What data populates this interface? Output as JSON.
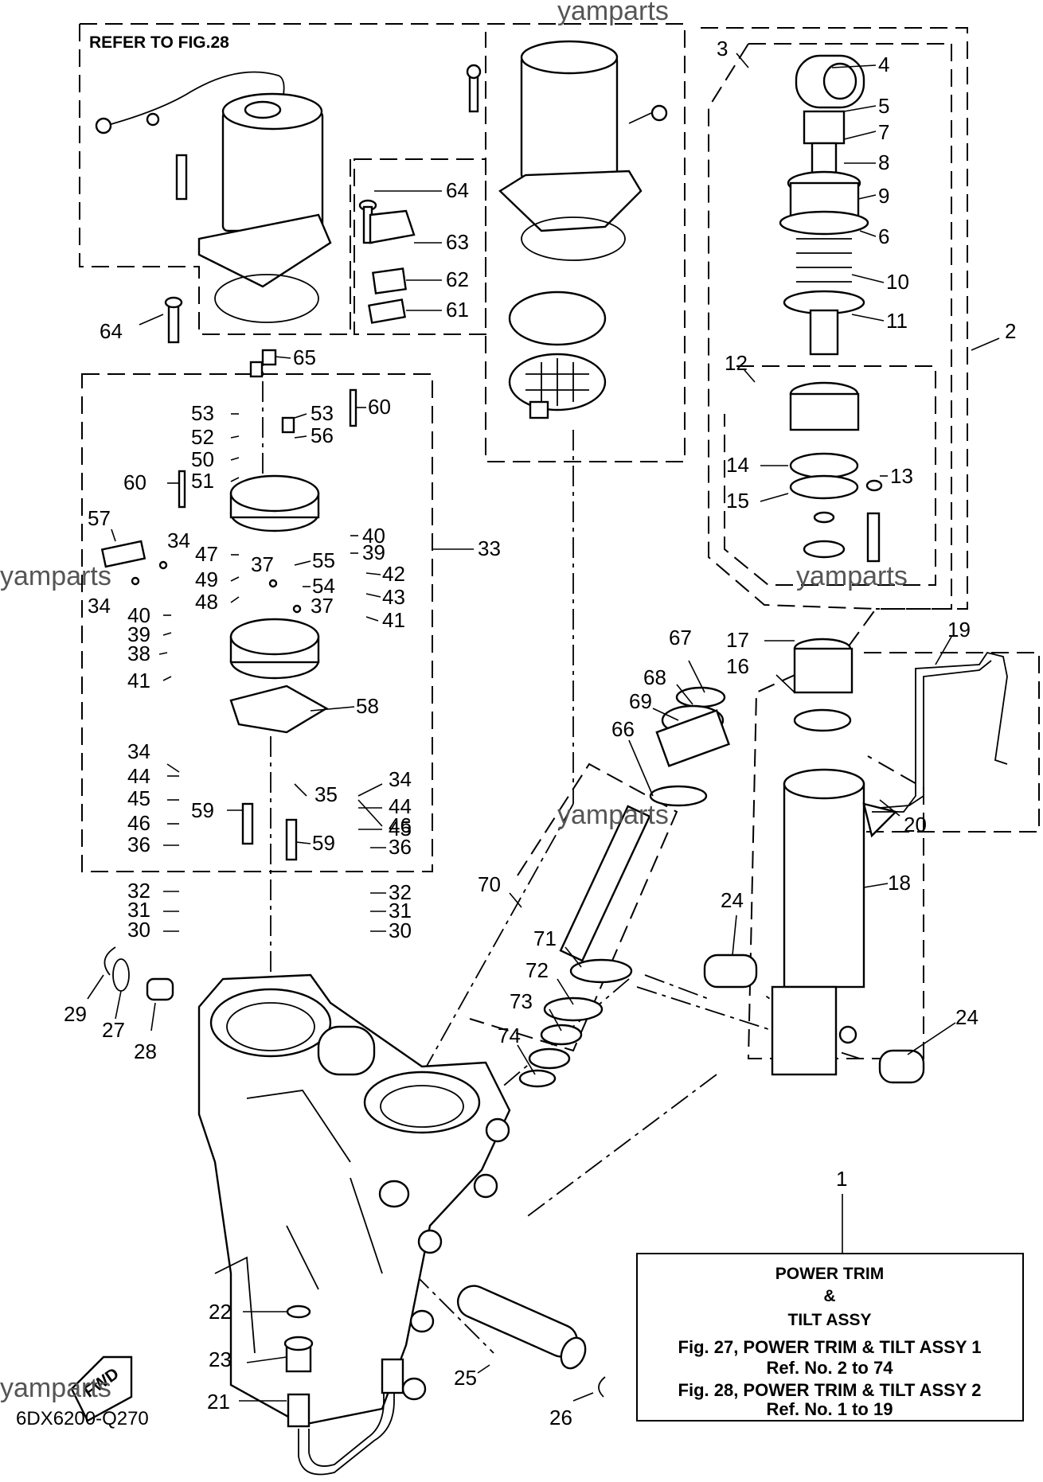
{
  "diagram_code": "6DX6200-Q270",
  "refer_note": "REFER TO FIG.28",
  "watermark": "yamparts",
  "fwd_label": "FWD",
  "legend": {
    "ref_number": "1",
    "title_line1": "POWER TRIM",
    "title_line2": "&",
    "title_line3": "TILT ASSY",
    "fig27": "Fig. 27, POWER TRIM & TILT ASSY 1",
    "fig27_ref": "Ref. No. 2 to 74",
    "fig28": "Fig. 28, POWER TRIM & TILT ASSY 2",
    "fig28_ref": "Ref. No. 1 to 19"
  },
  "callouts": [
    "2",
    "3",
    "4",
    "5",
    "7",
    "8",
    "9",
    "6",
    "10",
    "11",
    "12",
    "13",
    "14",
    "15",
    "16",
    "17",
    "18",
    "19",
    "20",
    "21",
    "22",
    "23",
    "24",
    "24",
    "25",
    "26",
    "27",
    "28",
    "29",
    "30",
    "30",
    "31",
    "31",
    "32",
    "32",
    "33",
    "34",
    "34",
    "34",
    "34",
    "35",
    "36",
    "36",
    "37",
    "37",
    "38",
    "39",
    "39",
    "40",
    "40",
    "41",
    "41",
    "42",
    "43",
    "44",
    "44",
    "45",
    "45",
    "46",
    "46",
    "47",
    "48",
    "49",
    "50",
    "51",
    "52",
    "53",
    "53",
    "54",
    "55",
    "56",
    "57",
    "58",
    "59",
    "59",
    "60",
    "60",
    "61",
    "62",
    "63",
    "64",
    "64",
    "65",
    "66",
    "67",
    "68",
    "69",
    "70",
    "71",
    "72",
    "73",
    "74"
  ]
}
